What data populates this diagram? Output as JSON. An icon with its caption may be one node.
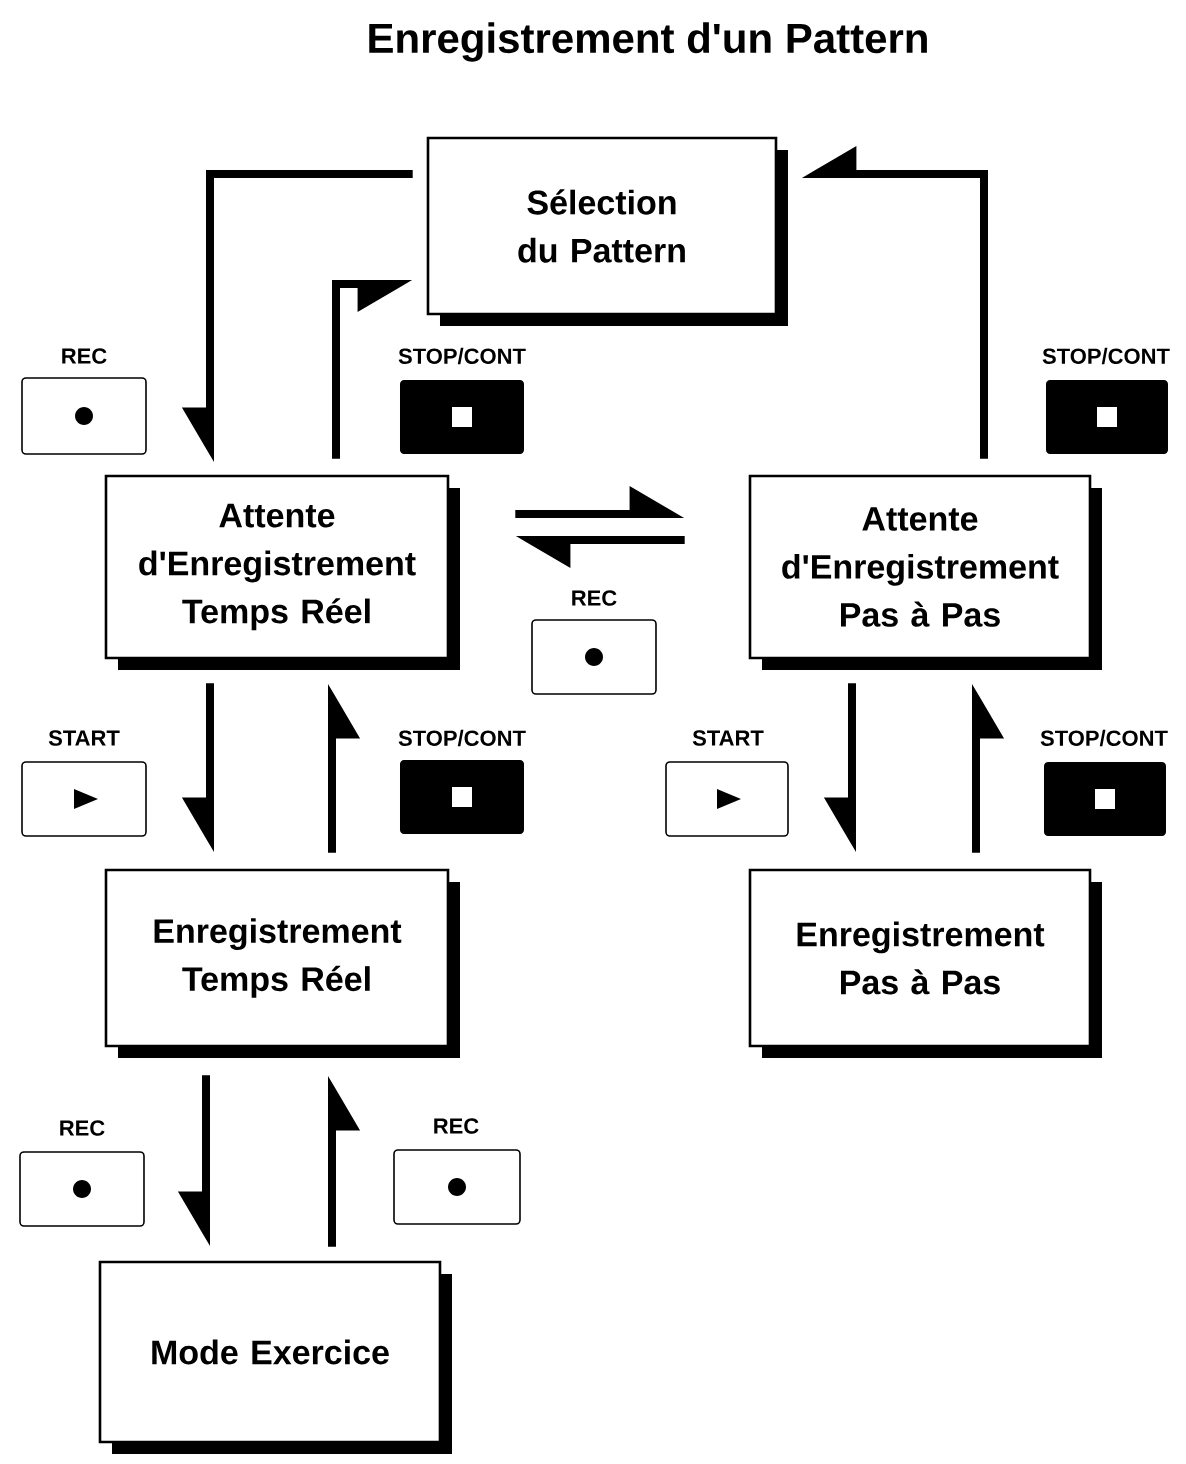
{
  "diagram": {
    "title": "Enregistrement d'un Pattern",
    "nodes": [
      {
        "text": [
          "Sélection du Pattern"
        ]
      },
      {
        "text": [
          "Attente d'Enregistrement Temps Réel"
        ]
      },
      {
        "text": [
          "Attente d'Enregistrement Pas à Pas"
        ]
      },
      {
        "text": [
          "Enregistrement Temps Réel"
        ]
      },
      {
        "text": [
          "Enregistrement Pas à Pas"
        ]
      },
      {
        "text": [
          "Mode Exercice"
        ]
      }
    ],
    "edges": [
      {
        "from": 0,
        "to": 1,
        "arrow": "to",
        "label": "REC"
      },
      {
        "from": 1,
        "to": 0,
        "arrow": "to",
        "label": "STOP/CONT"
      },
      {
        "from": 2,
        "to": 0,
        "arrow": "to",
        "label": "STOP/CONT"
      },
      {
        "from": 1,
        "to": 2,
        "arrow": "to"
      },
      {
        "from": 2,
        "to": 1,
        "arrow": "to",
        "label": "REC"
      },
      {
        "from": 1,
        "to": 3,
        "arrow": "to",
        "label": "START"
      },
      {
        "from": 3,
        "to": 1,
        "arrow": "to",
        "label": "STOP/CONT"
      },
      {
        "from": 2,
        "to": 4,
        "arrow": "to",
        "label": "START"
      },
      {
        "from": 4,
        "to": 2,
        "arrow": "to",
        "label": "STOP/CONT"
      },
      {
        "from": 3,
        "to": 5,
        "arrow": "to",
        "label": "REC"
      },
      {
        "from": 5,
        "to": 3,
        "arrow": "to",
        "label": "REC"
      }
    ]
  }
}
